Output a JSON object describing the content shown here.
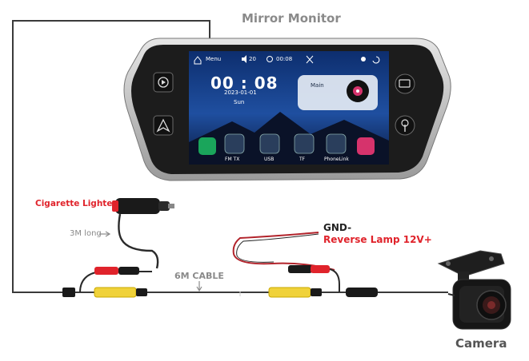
{
  "title": "Mirror Monitor",
  "labels": {
    "cigarette_lighter": "Cigarette Lighter",
    "three_m": "3M long",
    "six_m_cable": "6M CABLE",
    "gnd": "GND-",
    "reverse_lamp": "Reverse Lamp 12V+",
    "camera": "Camera"
  },
  "screen": {
    "menu_label": "Menu",
    "volume": "20",
    "status_time": "00:08",
    "clock": "00 : 08",
    "date": "2023-01-01",
    "day": "Sun",
    "main_label": "Main",
    "apps": [
      {
        "label": "FM TX",
        "icon": "radio-tower-icon"
      },
      {
        "label": "USB",
        "icon": "usb-icon"
      },
      {
        "label": "TF",
        "icon": "sd-card-icon"
      },
      {
        "label": "PhoneLink",
        "icon": "phone-link-icon"
      }
    ]
  },
  "colors": {
    "accent_red": "#e0232b",
    "label_grey": "#8a8a8a",
    "bezel": "#1c1c1c",
    "frame": "#c8c8c8"
  }
}
